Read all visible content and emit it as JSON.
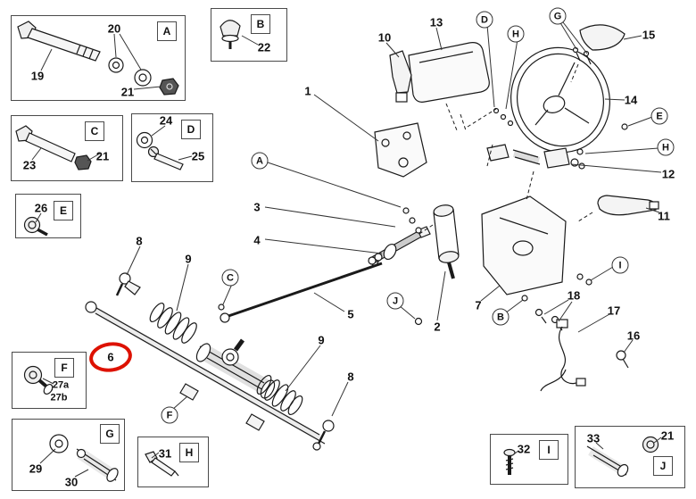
{
  "colors": {
    "background": "#ffffff",
    "line": "#1a1a1a",
    "box_border": "#4a4a4a",
    "highlight_red": "#dd1100"
  },
  "highlight": {
    "circled_part": "6"
  },
  "part_numbers": {
    "1": "1",
    "2": "2",
    "3": "3",
    "4": "4",
    "5": "5",
    "6": "6",
    "7": "7",
    "8": "8",
    "9": "9",
    "10": "10",
    "11": "11",
    "12": "12",
    "13": "13",
    "14": "14",
    "15": "15",
    "16": "16",
    "17": "17",
    "18": "18",
    "19": "19",
    "20": "20",
    "21": "21",
    "22": "22",
    "23": "23",
    "24": "24",
    "25": "25",
    "26": "26",
    "27a": "27a",
    "27b": "27b",
    "29": "29",
    "30": "30",
    "31": "31",
    "32": "32",
    "33": "33"
  },
  "letters": {
    "A": "A",
    "B": "B",
    "C": "C",
    "D": "D",
    "E": "E",
    "F": "F",
    "G": "G",
    "H": "H",
    "I": "I",
    "J": "J"
  },
  "insets": {
    "A": {
      "letter": "A",
      "parts": [
        "19",
        "20",
        "21"
      ]
    },
    "B": {
      "letter": "B",
      "parts": [
        "22"
      ]
    },
    "C": {
      "letter": "C",
      "parts": [
        "23",
        "21"
      ]
    },
    "D": {
      "letter": "D",
      "parts": [
        "24",
        "25"
      ]
    },
    "E": {
      "letter": "E",
      "parts": [
        "26"
      ]
    },
    "F": {
      "letter": "F",
      "parts": [
        "27a",
        "27b"
      ]
    },
    "G": {
      "letter": "G",
      "parts": [
        "29",
        "30"
      ]
    },
    "H": {
      "letter": "H",
      "parts": [
        "31"
      ]
    },
    "I": {
      "letter": "I",
      "parts": [
        "32"
      ]
    },
    "J": {
      "letter": "J",
      "parts": [
        "33",
        "21"
      ]
    }
  }
}
